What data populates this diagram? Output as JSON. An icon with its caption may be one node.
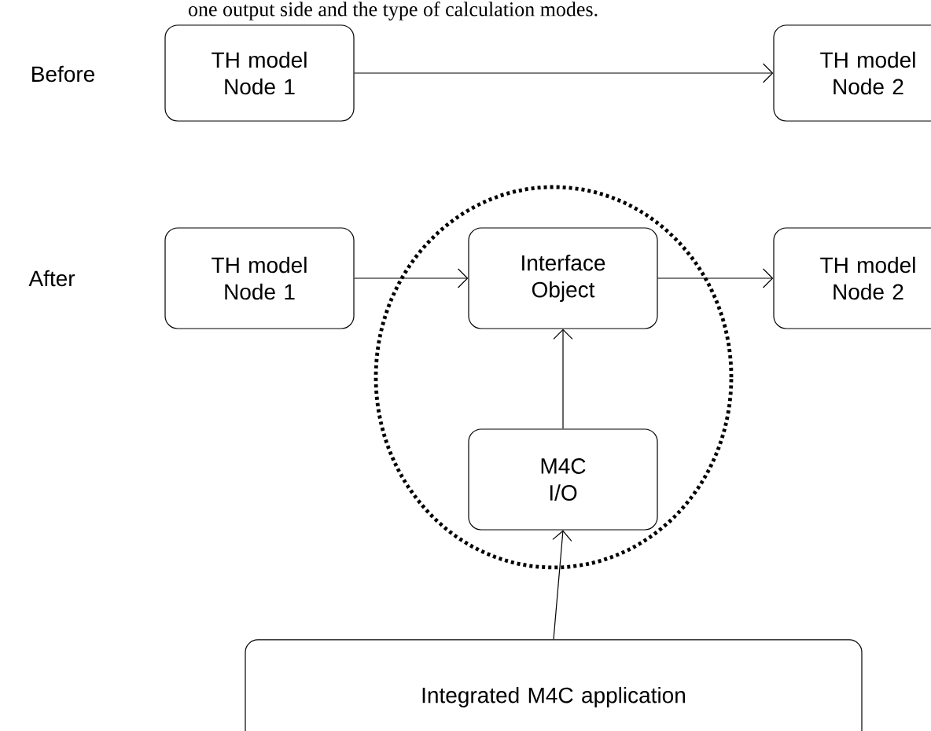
{
  "diagram": {
    "nodes": [
      {
        "text": [
          "TH model Node 1"
        ]
      },
      {
        "text": [
          "TH model Node 2"
        ]
      },
      {
        "text": [
          "TH model Node 1"
        ]
      },
      {
        "text": [
          "Interface Object"
        ]
      },
      {
        "text": [
          "TH model Node 2"
        ]
      },
      {
        "text": [
          "M4C I/O"
        ]
      },
      {
        "text": [
          "Integrated M4C application"
        ]
      }
    ],
    "edges": [
      {
        "from": 0,
        "to": 1,
        "arrow": "to"
      },
      {
        "from": 2,
        "to": 3,
        "arrow": "to"
      },
      {
        "from": 3,
        "to": 4,
        "arrow": "to"
      },
      {
        "from": 5,
        "to": 3,
        "arrow": "to"
      },
      {
        "from": 6,
        "to": 5,
        "arrow": "to"
      }
    ],
    "labels": [
      "one output side and the type of calculation modes.",
      "Before",
      "After"
    ]
  }
}
